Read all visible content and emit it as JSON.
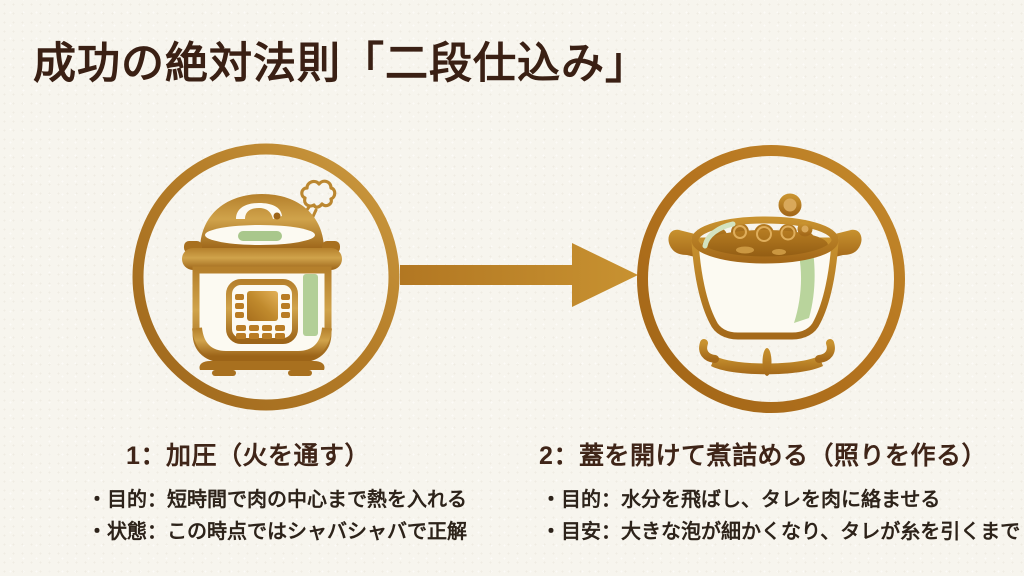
{
  "title": "成功の絶対法則「二段仕込み」",
  "steps": [
    {
      "heading": "1：加圧（火を通す）",
      "bullets": [
        "・目的：短時間で肉の中心まで熱を入れる",
        "・状態：この時点ではシャバシャバで正解"
      ]
    },
    {
      "heading": "2：蓋を開けて煮詰める（照りを作る）",
      "bullets": [
        "・目的：水分を飛ばし、タレを肉に絡ませる",
        "・目安：大きな泡が細かくなり、タレが糸を引くまで"
      ]
    }
  ],
  "icons": {
    "step1": "pressure-cooker-icon",
    "step1_steam": "steam-puff-icon",
    "connector": "arrow-right-icon",
    "step2": "simmering-pot-icon",
    "step2_burner": "gas-burner-icon"
  },
  "colors": {
    "background": "#f7f5ee",
    "gold": "#b57a24",
    "gold_light": "#cd9c42",
    "gold_dark": "#9c6418",
    "green_accent": "#aecb91",
    "sauce_brown": "#a06a1c",
    "cream_fill": "#fcfaf2",
    "title_text": "#3a2014",
    "heading_text": "#3f2518",
    "body_text": "#2d231a"
  }
}
